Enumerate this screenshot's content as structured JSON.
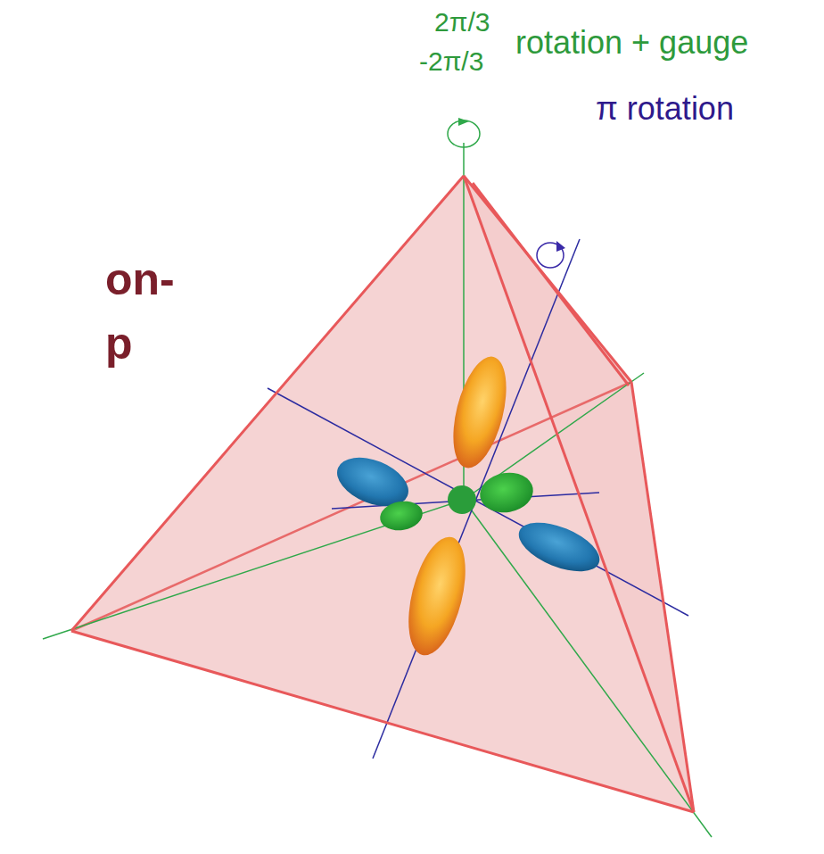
{
  "diagram": {
    "labels": [
      "2π/3",
      "-2π/3",
      "rotation + gauge",
      "π rotation",
      "on-",
      "p"
    ]
  }
}
